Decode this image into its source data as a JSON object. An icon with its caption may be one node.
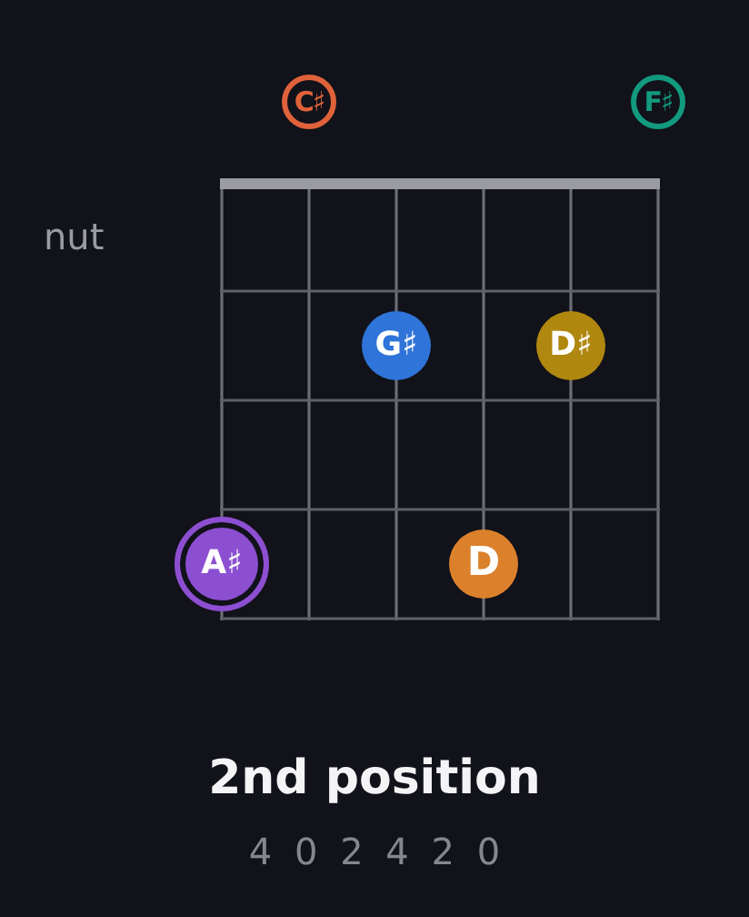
{
  "diagram": {
    "title": "2nd position",
    "nodes": [
      {
        "text": [
          "C♯"
        ]
      },
      {
        "text": [
          "F♯"
        ]
      },
      {
        "text": [
          "G♯"
        ]
      },
      {
        "text": [
          "D♯"
        ]
      },
      {
        "text": [
          "A♯"
        ]
      },
      {
        "text": [
          "D"
        ]
      }
    ],
    "labels": [
      "nut",
      "4 0 2 4 2 0"
    ]
  }
}
